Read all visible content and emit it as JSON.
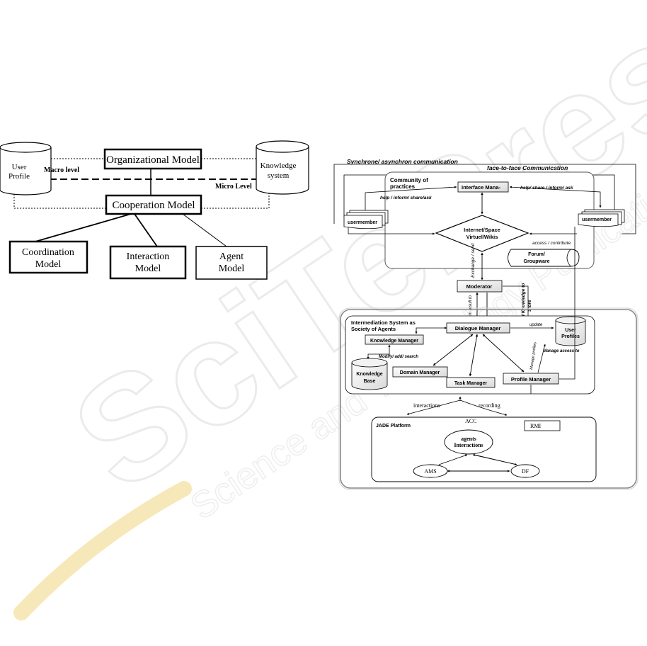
{
  "watermark": {
    "brand": "SciTePress",
    "tagline": "Science and Technology Publications",
    "color": "#e8e8e8",
    "accent": "#f3e2a8"
  },
  "left_diagram": {
    "organizational_model": "Organizational Model",
    "cooperation_model": "Cooperation Model",
    "user_profile": [
      "User",
      "Profile"
    ],
    "knowledge_system": [
      "Knowledge",
      "system"
    ],
    "macro_level": "Macro level",
    "micro_level": "Micro Level",
    "coordination_model": [
      "Coordination",
      "Model"
    ],
    "interaction_model": [
      "Interaction",
      "Model"
    ],
    "agent_model": [
      "Agent",
      "Model"
    ]
  },
  "right_diagram": {
    "synchrone_label": "Synchrone/ asynchron communication",
    "face_label": "face-to-face Communication",
    "community": [
      "Community of",
      "practices"
    ],
    "interface_manager": "Interface Mana-",
    "help_left": "help / inform/ share/ask",
    "help_right": "help/ share / inform/ ask",
    "usermember_left": "usermember",
    "usermember_right": "usermember",
    "internet_space": [
      "Internet/Space",
      "Virtuel/Wikis"
    ],
    "access_contribute": "access / contribute",
    "forum": [
      "Forum/",
      "Groupware"
    ],
    "exchange": "Exchange / send",
    "moderator": "Moderator",
    "return_result": "Return result to",
    "send_knowledge": [
      "Send Knowledge to",
      "Store"
    ],
    "intermediation": [
      "Intermediation System as",
      "Society of Agents"
    ],
    "dialogue_manager": "Dialogue Manager",
    "knowledge_manager": "Knowledge  Manager",
    "update": "update",
    "user_profiles": [
      "User",
      "Profiles"
    ],
    "manage_access": "Manage access to",
    "manage_profiles": "Manage profiles",
    "modify": "Modify/ add/ search",
    "knowledge_base": [
      "Knowledge",
      "Base"
    ],
    "domain_manager": "Domain  Manager",
    "task_manager": "Task Manager",
    "profile_manager": "Profile Manager",
    "interactions": "interactions",
    "recording": "recording",
    "jade": "JADE Platform",
    "acc": "ACC",
    "rmi": "RMI",
    "agents_interactions": [
      "agents",
      "Interactions"
    ],
    "ams": "AMS",
    "df": "DF"
  }
}
